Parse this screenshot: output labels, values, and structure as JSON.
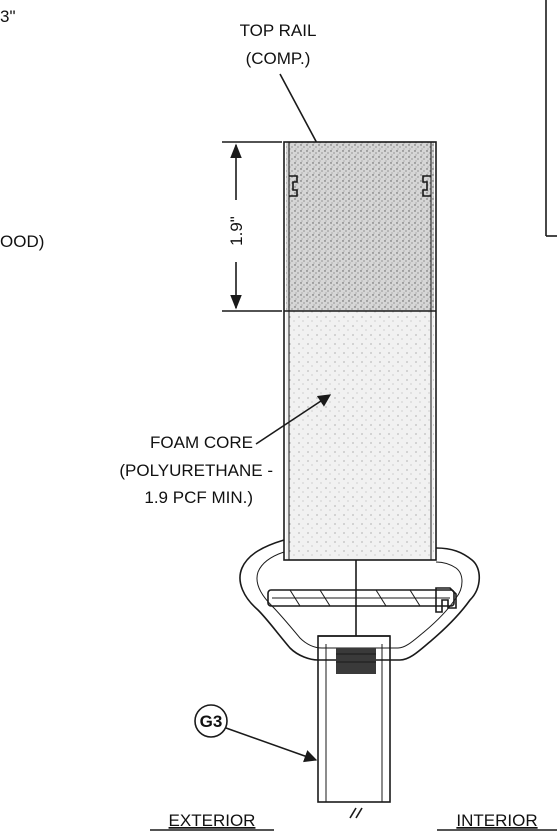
{
  "labels": {
    "partial_top": "3\"",
    "partial_left": "OOD)",
    "top_rail": [
      "TOP RAIL",
      "(COMP.)"
    ],
    "dimension": "1.9\"",
    "foam_core": [
      "FOAM CORE",
      "(POLYURETHANE -",
      "1.9 PCF MIN.)"
    ],
    "callout": "G3",
    "exterior": "EXTERIOR",
    "interior": "INTERIOR"
  },
  "colors": {
    "line": "#1a1a1a",
    "rail_fill": "#c9c9c9",
    "foam_fill": "#ececec",
    "bead_fill": "#3a3a3a"
  }
}
